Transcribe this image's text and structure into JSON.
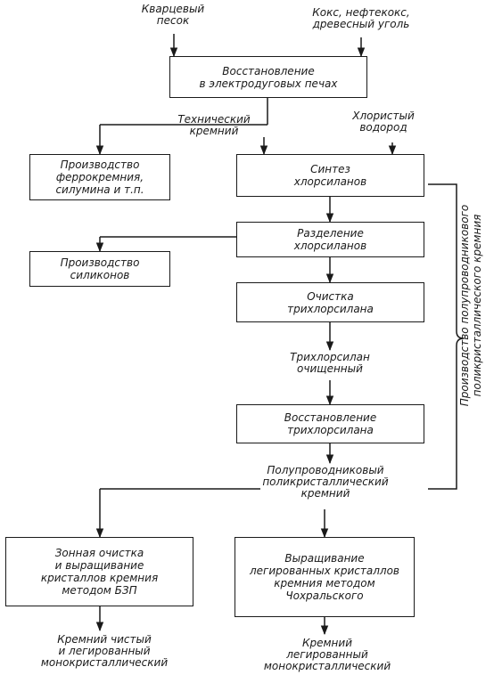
{
  "inputs": {
    "quartz_sand": "Кварцевый\nпесок",
    "coke": "Кокс, нефтекокс,\nдревесный уголь",
    "hydrogen_chloride": "Хлористый\nводород"
  },
  "boxes": {
    "reduction_furnace": "Восстановление\nв электродуговых печах",
    "ferrosilicon": "Производство\nферрокремния,\nсилумина и т.п.",
    "chlorosilane_synthesis": "Синтез\nхлорсиланов",
    "chlorosilane_separation": "Разделение\nхлорсиланов",
    "silicones": "Производство\nсиликонов",
    "trichlorosilane_purification": "Очистка\nтрихлорсилана",
    "trichlorosilane_reduction": "Восстановление\nтрихлорсилана",
    "zone_refining": "Зонная очистка\nи выращивание\nкристаллов кремния\nметодом БЗП",
    "czochralski": "Выращивание\nлегированных кристаллов\nкремния методом\nЧохральского"
  },
  "labels": {
    "technical_silicon": "Технический\nкремний",
    "purified_trichlorosilane": "Трихлорсилан\nочищенный",
    "polycrystalline_silicon": "Полупроводниковый\nполикристаллический\nкремний"
  },
  "outputs": {
    "pure_doped_mono": "Кремний чистый\nи легированный\nмонокристаллический",
    "doped_mono": "Кремний\nлегированный\nмонокристаллический"
  },
  "brace_label": "Производство полупроводникового\nполикристаллического кремния"
}
